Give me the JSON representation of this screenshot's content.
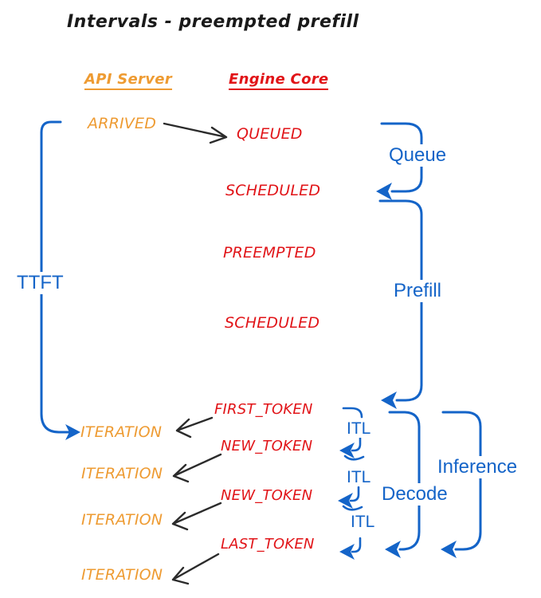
{
  "title": "Intervals - preempted prefill",
  "headers": {
    "api_server": "API Server",
    "engine_core": "Engine Core"
  },
  "api_server_events": {
    "arrived": "ARRIVED",
    "iteration_1": "ITERATION",
    "iteration_2": "ITERATION",
    "iteration_3": "ITERATION",
    "iteration_4": "ITERATION"
  },
  "engine_core_events": {
    "queued": "QUEUED",
    "scheduled_1": "SCHEDULED",
    "preempted": "PREEMPTED",
    "scheduled_2": "SCHEDULED",
    "first_token": "FIRST_TOKEN",
    "new_token_1": "NEW_TOKEN",
    "new_token_2": "NEW_TOKEN",
    "last_token": "LAST_TOKEN"
  },
  "intervals": {
    "ttft": "TTFT",
    "queue": "Queue",
    "prefill": "Prefill",
    "itl_1": "ITL",
    "itl_2": "ITL",
    "itl_3": "ITL",
    "decode": "Decode",
    "inference": "Inference"
  },
  "colors": {
    "api_server": "#EE9B32",
    "engine_core": "#E11418",
    "interval": "#1464C8",
    "arrow": "#2b2b2b"
  }
}
